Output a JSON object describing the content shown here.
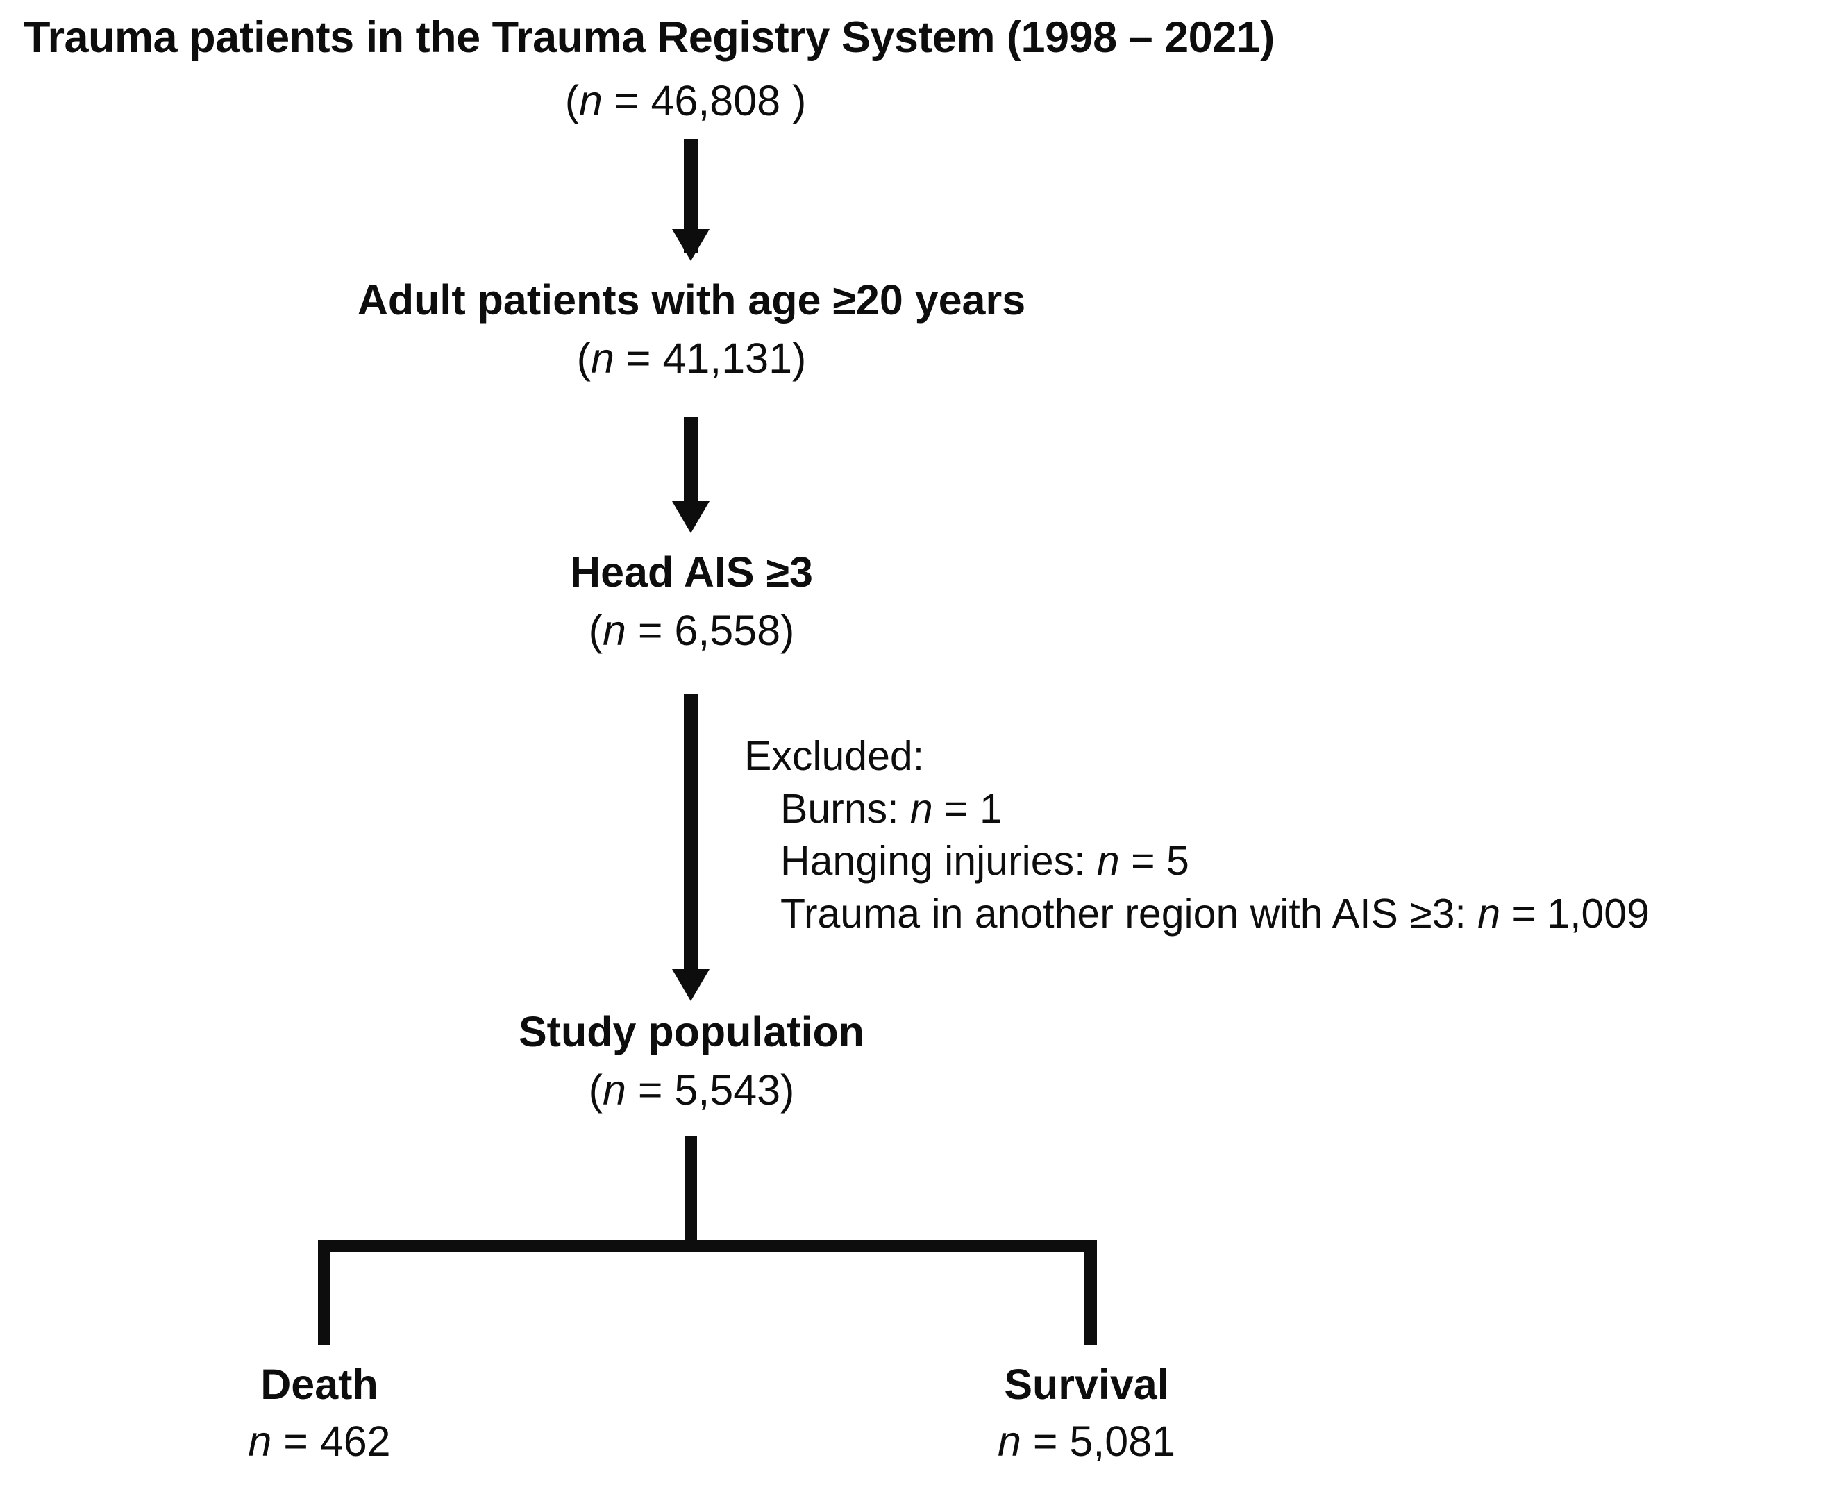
{
  "figure": {
    "type": "study-flow-diagram",
    "background_color": "#ffffff",
    "ink_color": "#0d0d0d"
  },
  "heading": {
    "title": "Trauma patients in the Trauma Registry System (1998 – 2021)",
    "count": "(n = 46,808 )",
    "count_prefix": "(",
    "count_italic": "n",
    "count_rest": " = 46,808 )"
  },
  "nodes": [
    {
      "id": "adult",
      "title": "Adult patients with age ≥20 years",
      "count_prefix": "(",
      "count_italic": "n",
      "count_rest": " = 41,131)"
    },
    {
      "id": "head-ais",
      "title": "Head AIS ≥3",
      "count_prefix": "(",
      "count_italic": "n",
      "count_rest": " = 6,558)"
    },
    {
      "id": "study-population",
      "title": "Study population",
      "count_prefix": "(",
      "count_italic": "n",
      "count_rest": " = 5,543)"
    },
    {
      "id": "death",
      "title": "Death",
      "count_prefix": "",
      "count_italic": "n",
      "count_rest": " = 462"
    },
    {
      "id": "survival",
      "title": "Survival",
      "count_prefix": "",
      "count_italic": "n",
      "count_rest": " = 5,081"
    }
  ],
  "excluded": {
    "heading": "Excluded:",
    "items": [
      {
        "label": "Burns: ",
        "italic": "n",
        "value": " = 1"
      },
      {
        "label": "Hanging injuries: ",
        "italic": "n",
        "value": " = 5"
      },
      {
        "label": "Trauma in another region with AIS ≥3: ",
        "italic": "n",
        "value": " = 1,009"
      }
    ]
  },
  "chart_data": {
    "type": "flowchart",
    "title": "Trauma patients in the Trauma Registry System (1998 – 2021)",
    "steps": [
      {
        "label": "Trauma patients in the Trauma Registry System (1998 – 2021)",
        "n": 46808
      },
      {
        "label": "Adult patients with age ≥20 years",
        "n": 41131
      },
      {
        "label": "Head AIS ≥3",
        "n": 6558
      },
      {
        "label": "Study population",
        "n": 5543
      }
    ],
    "exclusions": [
      {
        "label": "Burns",
        "n": 1
      },
      {
        "label": "Hanging injuries",
        "n": 5
      },
      {
        "label": "Trauma in another region with AIS ≥3",
        "n": 1009
      }
    ],
    "outcomes": [
      {
        "label": "Death",
        "n": 462
      },
      {
        "label": "Survival",
        "n": 5081
      }
    ]
  }
}
